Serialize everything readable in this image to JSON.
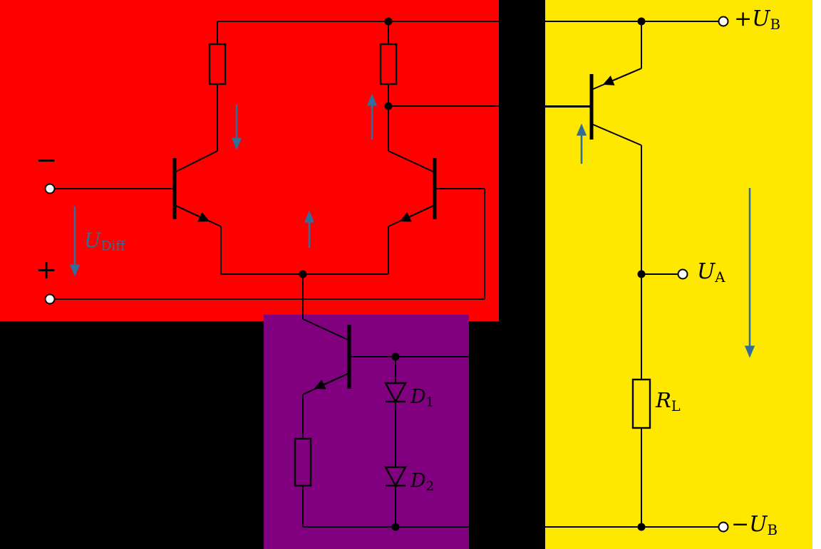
{
  "title": "Operational amplifier internal schematic with three highlighted stages",
  "colors": {
    "background": "#000000",
    "page_margin": "#ffffff",
    "differential_stage": "#fe0000",
    "bias_stage": "#800080",
    "output_stage": "#ffe800",
    "wire": "#000000",
    "current_arrow": "#336e99"
  },
  "labels": {
    "minus_input": "−",
    "plus_input": "+",
    "u_diff": {
      "base": "U",
      "sub": "Diff"
    },
    "d1": {
      "base": "D",
      "sub": "1"
    },
    "d2": {
      "base": "D",
      "sub": "2"
    },
    "r_load": {
      "base": "R",
      "sub": "L"
    },
    "supply_positive": {
      "sign": "+",
      "base": "U",
      "sub": "B"
    },
    "supply_negative": {
      "sign": "−",
      "base": "U",
      "sub": "B"
    },
    "output_voltage": {
      "base": "U",
      "sub": "A"
    }
  },
  "components": [
    {
      "name": "collector-resistor-left",
      "type": "resistor",
      "stage": "differential"
    },
    {
      "name": "collector-resistor-right",
      "type": "resistor",
      "stage": "differential"
    },
    {
      "name": "input-transistor-left",
      "type": "npn-transistor",
      "stage": "differential"
    },
    {
      "name": "input-transistor-right",
      "type": "npn-transistor",
      "stage": "differential"
    },
    {
      "name": "current-source-transistor",
      "type": "npn-transistor",
      "stage": "bias"
    },
    {
      "name": "diode-d1",
      "type": "diode",
      "stage": "bias"
    },
    {
      "name": "diode-d2",
      "type": "diode",
      "stage": "bias"
    },
    {
      "name": "emitter-resistor",
      "type": "resistor",
      "stage": "bias"
    },
    {
      "name": "output-transistor",
      "type": "pnp-transistor",
      "stage": "output"
    },
    {
      "name": "load-resistor",
      "type": "resistor",
      "stage": "output"
    }
  ]
}
